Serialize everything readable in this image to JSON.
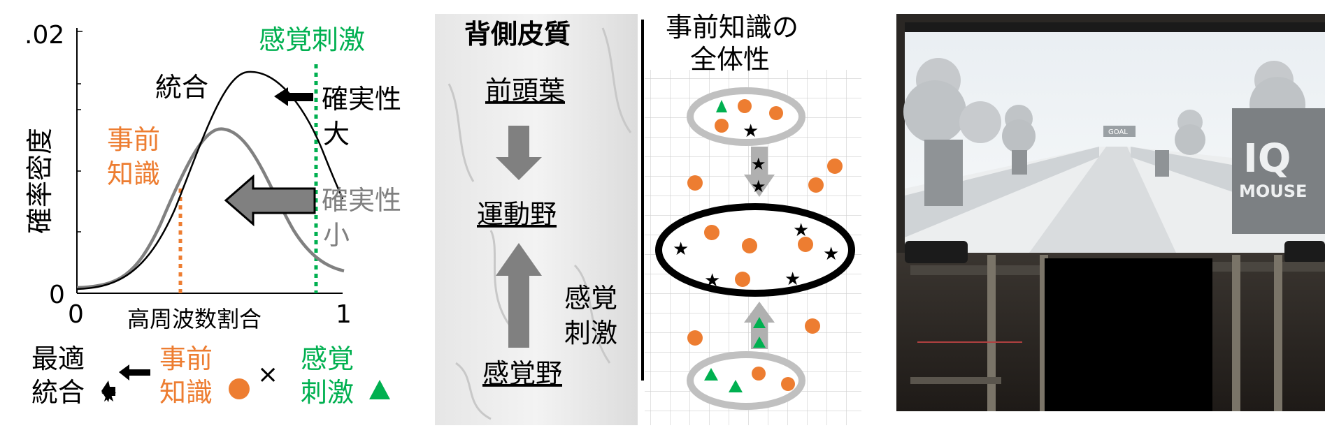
{
  "panel_a": {
    "y_label": "確率密度",
    "y_tick_top": ".02",
    "y_tick_zero": "0",
    "x_tick_zero": "0",
    "x_tick_one": "1",
    "x_label": "高周波数割合",
    "label_sensory": "感覚刺激",
    "label_integration": "統合",
    "label_prior_1": "事前",
    "label_prior_2": "知識",
    "label_certainty_high_1": "確実性",
    "label_certainty_high_2": "大",
    "label_certainty_low_1": "確実性",
    "label_certainty_low_2": "小",
    "colors": {
      "orange": "#ed7d31",
      "green": "#00b050",
      "gray": "#808080",
      "black": "#000000"
    }
  },
  "formula": {
    "optimal_1": "最適",
    "optimal_2": "統合",
    "prior_1": "事前",
    "prior_2": "知識",
    "times": "×",
    "sensory_1": "感覚",
    "sensory_2": "刺激"
  },
  "panel_b": {
    "cortex_title": "背側皮質",
    "frontal": "前頭葉",
    "motor": "運動野",
    "sensory_area": "感覚野",
    "stimulus_1": "感覚",
    "stimulus_2": "刺激",
    "globality_1": "事前知識の",
    "globality_2": "全体性"
  },
  "panel_c": {
    "goal_sign": "GOAL",
    "wall_sign_1": "IQ",
    "wall_sign_2": "MOUSE"
  }
}
